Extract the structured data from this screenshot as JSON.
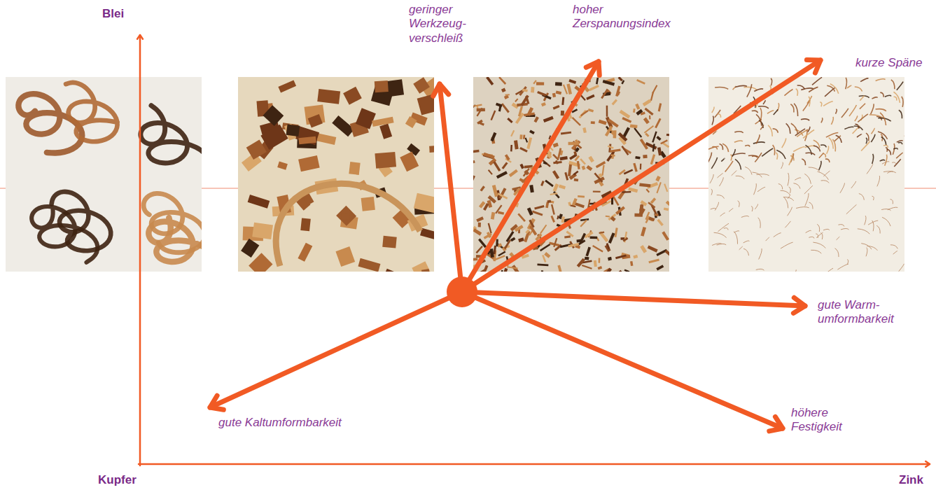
{
  "diagram": {
    "labels": [
      "Blei",
      "geringer Werkzeug- verschleiß",
      "hoher Zerspanungsindex",
      "kurze Späne",
      "gute Warm- umformbarkeit",
      "gute Kaltumformbarkeit",
      "höhere Festigkeit",
      "Kupfer",
      "Zink"
    ]
  }
}
